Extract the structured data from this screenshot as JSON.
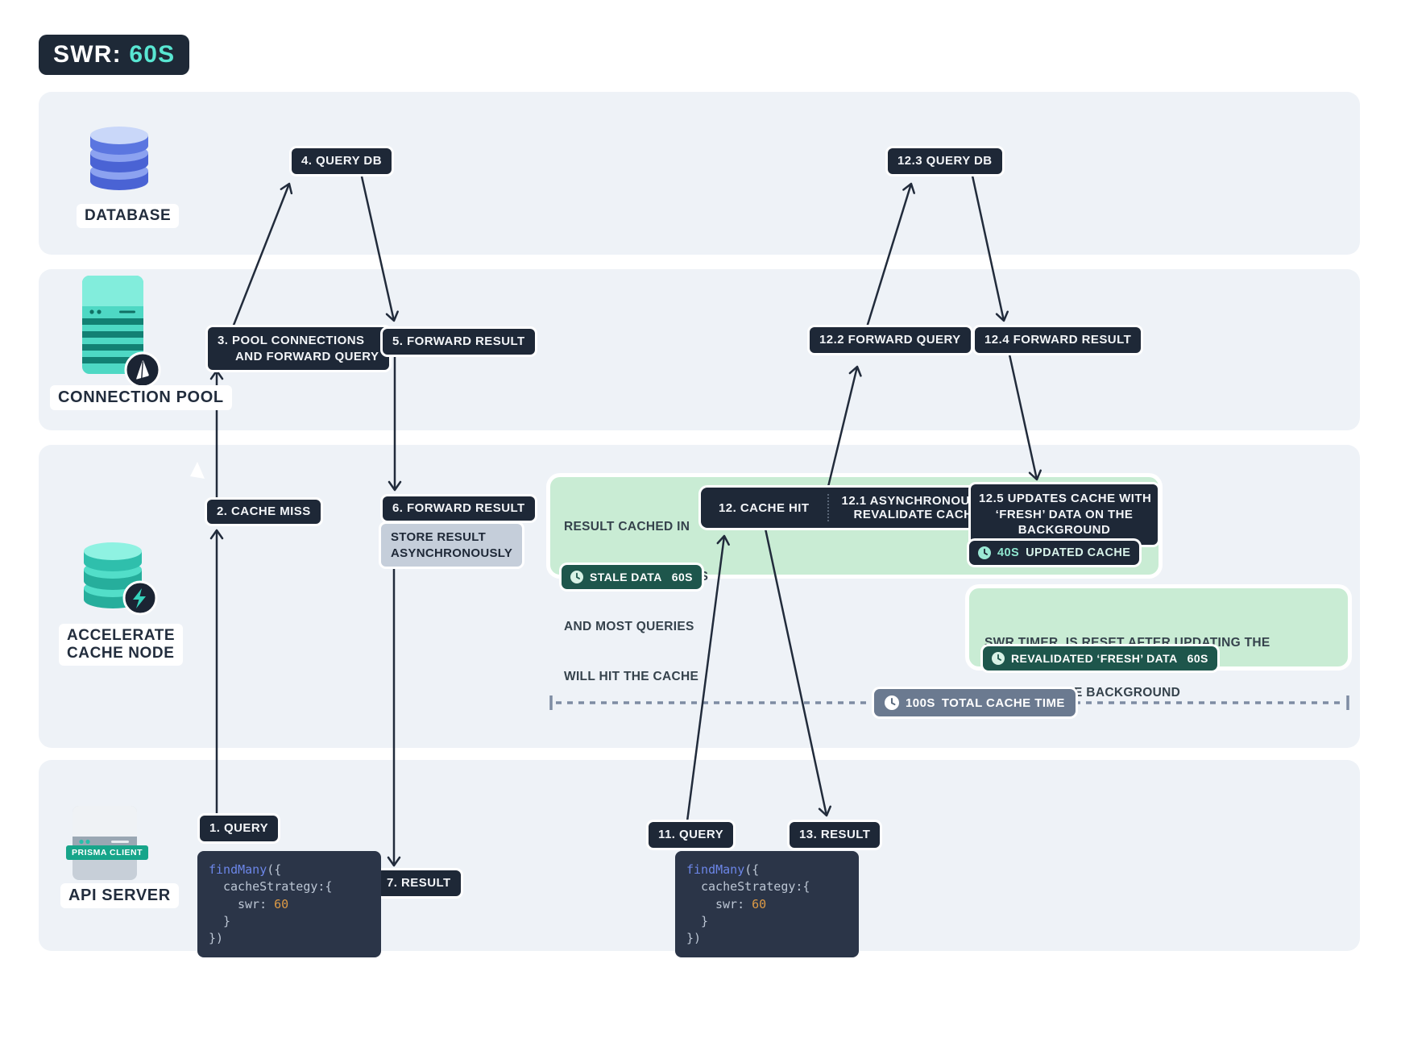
{
  "title": {
    "prefix": "SWR:",
    "value": "60S"
  },
  "lanes": {
    "database": {
      "label": "DATABASE"
    },
    "pool": {
      "label": "CONNECTION POOL"
    },
    "accelerate": {
      "label_lines": [
        "ACCELERATE",
        "CACHE NODE"
      ]
    },
    "api": {
      "label": "API SERVER",
      "client_badge": "PRISMA CLIENT"
    }
  },
  "steps": {
    "q1": "1. QUERY",
    "cache_miss": "2. CACHE MISS",
    "pool_forward": [
      "3. POOL CONNECTIONS",
      "AND FORWARD QUERY"
    ],
    "query_db": "4. QUERY DB",
    "forward_result_pool": "5. FORWARD RESULT",
    "forward_result_acc": "6. FORWARD RESULT",
    "store_result": [
      "STORE RESULT",
      "ASYNCHRONOUSLY"
    ],
    "result": "7. RESULT",
    "q11": "11. QUERY",
    "cache_hit": "12. CACHE HIT",
    "revalidate": [
      "12.1 ASYNCHRONOUSLY",
      "REVALIDATE CACHE"
    ],
    "forward_query2": "12.2 FORWARD QUERY",
    "query_db2": "12.3 QUERY DB",
    "forward_result2": "12.4 FORWARD RESULT",
    "updates_cache": [
      "12.5 UPDATES CACHE WITH",
      "‘FRESH’ DATA ON THE",
      "BACKGROUND"
    ],
    "result13": "13. RESULT"
  },
  "notes": {
    "cached": [
      "RESULT CACHED IN",
      "ACCELERATE FOR 60S",
      "AND MOST QUERIES",
      "WILL HIT THE CACHE"
    ],
    "swr_reset": [
      "SWR TIMER  IS RESET AFTER UPDATING THE",
      "CACHE ON THE BACKGROUND"
    ]
  },
  "timers": {
    "stale": {
      "label": "STALE DATA",
      "value": "60S"
    },
    "updated": {
      "value": "40S",
      "label": "UPDATED CACHE"
    },
    "revalidated": {
      "label": "REVALIDATED ‘FRESH’ DATA",
      "value": "60S"
    },
    "total": {
      "value": "100S",
      "label": "TOTAL CACHE TIME"
    }
  },
  "code": {
    "fn": "findMany",
    "open": "({",
    "l2": "cacheStrategy:{",
    "l3_key": "swr:",
    "l3_val": "60",
    "l4": "}",
    "l5": "})"
  },
  "colors": {
    "accent_teal": "#59E6D2",
    "badge_dark": "#1E2837",
    "band_bg": "#EEF2F7",
    "note_green": "#C9ECD4",
    "timer_green": "#1E564C",
    "timer_slate": "#6B7A90",
    "store_gray": "#C5CEDA",
    "code_bg": "#2B3548",
    "code_keyword_blue": "#6C86E8",
    "code_number_orange": "#DD9A45",
    "db_icon_blue": "#5B76E0",
    "teal_icon": "#4ED8C4",
    "prisma_client_teal": "#17A58A",
    "arrow_dark": "#212B3B"
  }
}
